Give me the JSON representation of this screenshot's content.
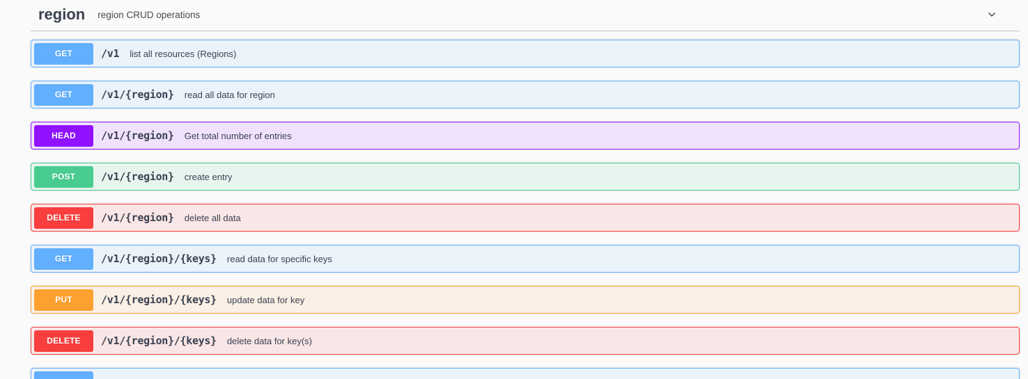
{
  "section": {
    "title": "region",
    "description": "region CRUD operations",
    "chevron_icon": "chevron-down"
  },
  "operations": [
    {
      "method": "GET",
      "type": "get",
      "path": "/v1",
      "summary": "list all resources (Regions)"
    },
    {
      "method": "GET",
      "type": "get",
      "path": "/v1/{region}",
      "summary": "read all data for region"
    },
    {
      "method": "HEAD",
      "type": "head",
      "path": "/v1/{region}",
      "summary": "Get total number of entries"
    },
    {
      "method": "POST",
      "type": "post",
      "path": "/v1/{region}",
      "summary": "create entry"
    },
    {
      "method": "DELETE",
      "type": "delete",
      "path": "/v1/{region}",
      "summary": "delete all data"
    },
    {
      "method": "GET",
      "type": "get",
      "path": "/v1/{region}/{keys}",
      "summary": "read data for specific keys"
    },
    {
      "method": "PUT",
      "type": "put",
      "path": "/v1/{region}/{keys}",
      "summary": "update data for key"
    },
    {
      "method": "DELETE",
      "type": "delete",
      "path": "/v1/{region}/{keys}",
      "summary": "delete data for key(s)"
    },
    {
      "method": "",
      "type": "get",
      "path": "",
      "summary": "",
      "partial": true
    }
  ],
  "colors": {
    "get": "#61affe",
    "post": "#49cc90",
    "put": "#fca130",
    "delete": "#f93e3e",
    "head": "#9012fe",
    "page_background": "#fafafa",
    "text": "#3b4151"
  }
}
